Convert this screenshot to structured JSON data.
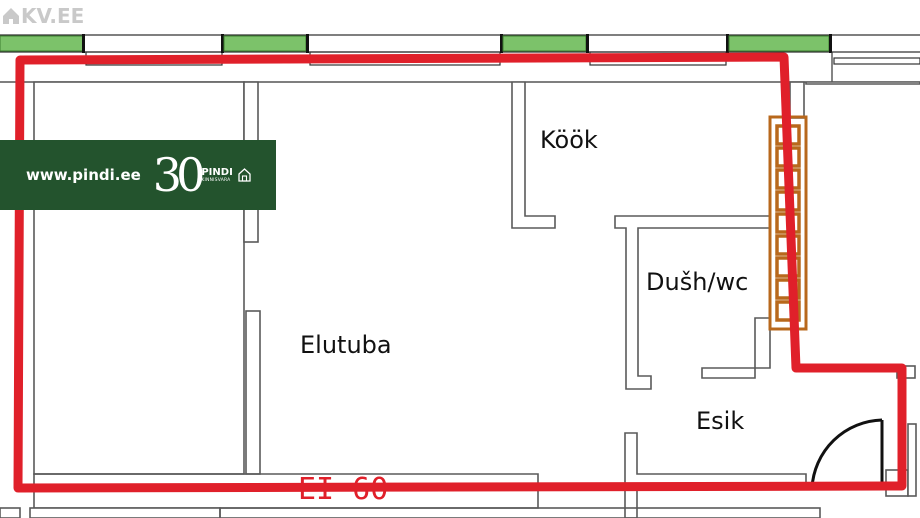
{
  "watermark": {
    "text": "KV.EE",
    "icon": "house-icon"
  },
  "banner": {
    "url": "www.pindi.ee",
    "number": "30",
    "brand_name": "PINDI",
    "brand_sub": "KINNISVARA",
    "icon": "home-outline-icon",
    "background": "#23532d"
  },
  "rooms": [
    {
      "id": "kook",
      "label": "Köök"
    },
    {
      "id": "elutuba",
      "label": "Elutuba"
    },
    {
      "id": "dushwc",
      "label": "Dušh/wc"
    },
    {
      "id": "esik",
      "label": "Esik"
    }
  ],
  "fire_boundary": {
    "label": "EI 60",
    "color": "#e0202a"
  },
  "colors": {
    "window_glass": "#7cc26a",
    "shaft": "#b8681c",
    "wall_stroke": "#5a5a5a"
  }
}
